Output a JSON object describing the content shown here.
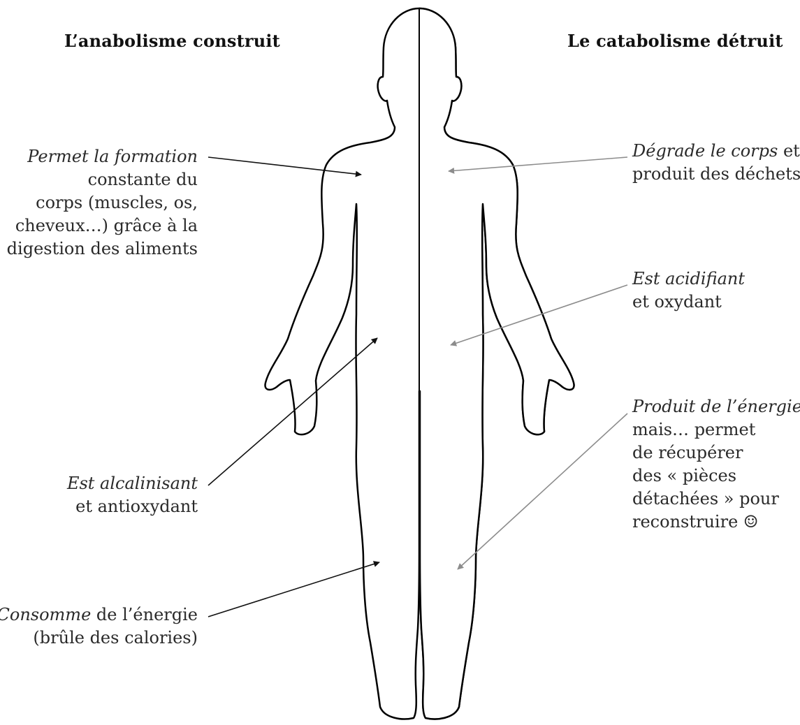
{
  "headings": {
    "anabolism": "L’anabolisme construit",
    "catabolism": "Le catabolisme détruit"
  },
  "colors": {
    "body_light": "#ffffff",
    "body_dark": "#000000",
    "outline": "#000000",
    "arrow_left": "#111111",
    "arrow_right": "#8c8c8c"
  },
  "left_labels": [
    {
      "lines": [
        {
          "em": "Permet la formation",
          "rest": ""
        },
        {
          "em": "",
          "rest": "constante du"
        },
        {
          "em": "",
          "rest": "corps (muscles, os,"
        },
        {
          "em": "",
          "rest": "cheveux…) grâce à la"
        },
        {
          "em": "",
          "rest": "digestion des aliments"
        }
      ]
    },
    {
      "lines": [
        {
          "em": "Est alcalinisant",
          "rest": ""
        },
        {
          "em": "",
          "rest": "et antioxydant"
        }
      ]
    },
    {
      "lines": [
        {
          "em": "Consomme",
          "rest": " de l’énergie"
        },
        {
          "em": "",
          "rest": "(brûle des calories)"
        }
      ]
    }
  ],
  "right_labels": [
    {
      "lines": [
        {
          "em": "Dégrade le corps",
          "rest": " et"
        },
        {
          "em": "",
          "rest": "produit des déchets"
        }
      ]
    },
    {
      "lines": [
        {
          "em": "Est acidifiant",
          "rest": ""
        },
        {
          "em": "",
          "rest": "et oxydant"
        }
      ]
    },
    {
      "lines": [
        {
          "em": "Produit de l’énergie",
          "rest": ""
        },
        {
          "em": "",
          "rest": "mais… permet"
        },
        {
          "em": "",
          "rest": "de récupérer"
        },
        {
          "em": "",
          "rest": "des « pièces"
        },
        {
          "em": "",
          "rest": "détachées » pour"
        },
        {
          "em": "",
          "rest": "reconstruire ☺"
        }
      ]
    }
  ]
}
